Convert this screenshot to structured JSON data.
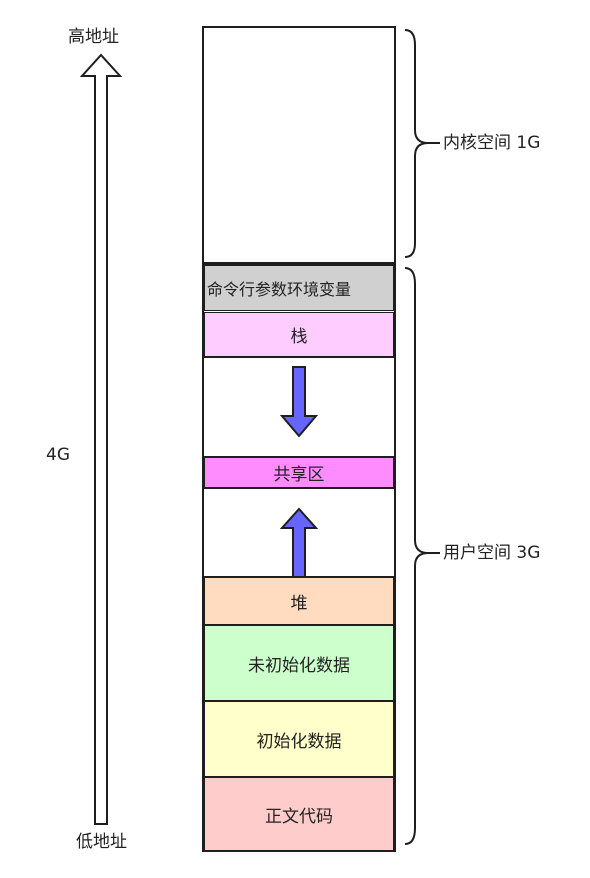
{
  "axis": {
    "high_label": "高地址",
    "low_label": "低地址",
    "size_label": "4G"
  },
  "kernel": {
    "label": "内核空间 1G"
  },
  "user": {
    "label": "用户空间 3G"
  },
  "segments": {
    "env": {
      "label": "命令行参数环境变量",
      "color": "#d0d0d0"
    },
    "stack": {
      "label": "栈",
      "color": "#ffccff"
    },
    "shared": {
      "label": "共享区",
      "color": "#ff8cff"
    },
    "heap": {
      "label": "堆",
      "color": "#ffdbbf"
    },
    "bss": {
      "label": "未初始化数据",
      "color": "#ccffcc"
    },
    "data": {
      "label": "初始化数据",
      "color": "#ffffcc"
    },
    "text": {
      "label": "正文代码",
      "color": "#ffcccc"
    }
  },
  "arrow_color": "#6666ff"
}
